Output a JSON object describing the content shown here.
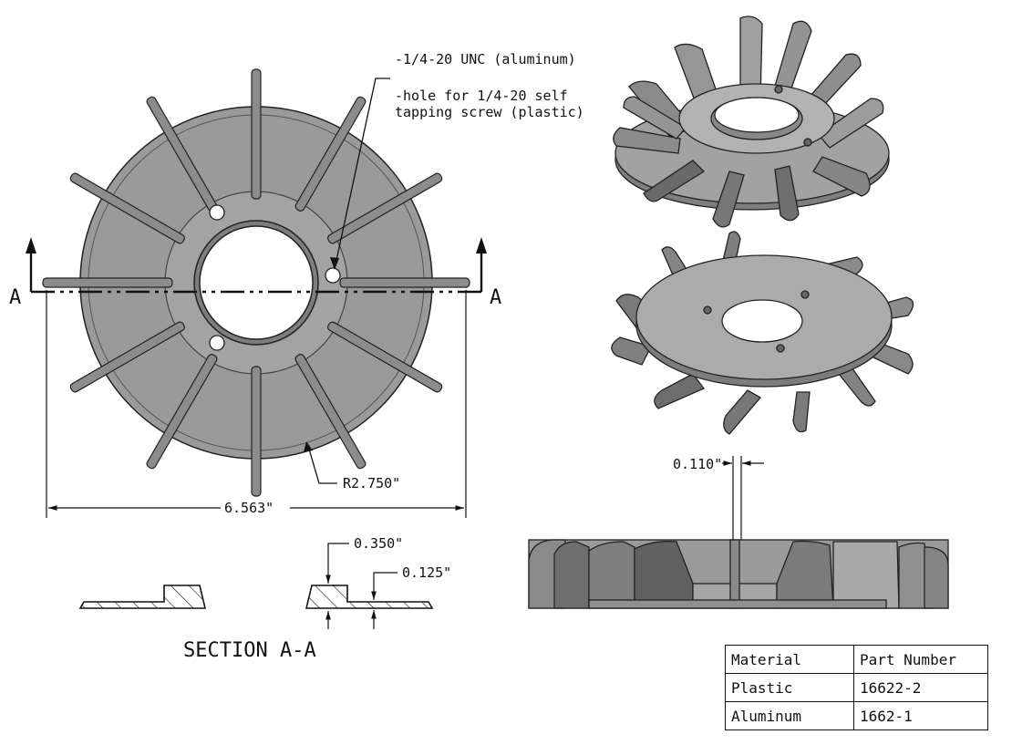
{
  "annotations": {
    "callout_1": "-1/4-20 UNC (aluminum)",
    "callout_2_line1": "-hole for 1/4-20 self",
    "callout_2_line2": "tapping screw (plastic)",
    "radius": "R2.750\"",
    "diameter": "6.563\"",
    "section_left": "A",
    "section_right": "A",
    "step_height": "0.350\"",
    "plate_thickness": "0.125\"",
    "fin_thickness": "0.110\"",
    "section_title": "SECTION A-A"
  },
  "table": {
    "headers": [
      "Material",
      "Part Number"
    ],
    "rows": [
      [
        "Plastic",
        "16622-2"
      ],
      [
        "Aluminum",
        "1662-1"
      ]
    ]
  },
  "colors": {
    "part_fill": "#9a9a9a",
    "part_dark": "#7a7a7a",
    "part_light": "#b8b8b8",
    "line": "#111111"
  }
}
